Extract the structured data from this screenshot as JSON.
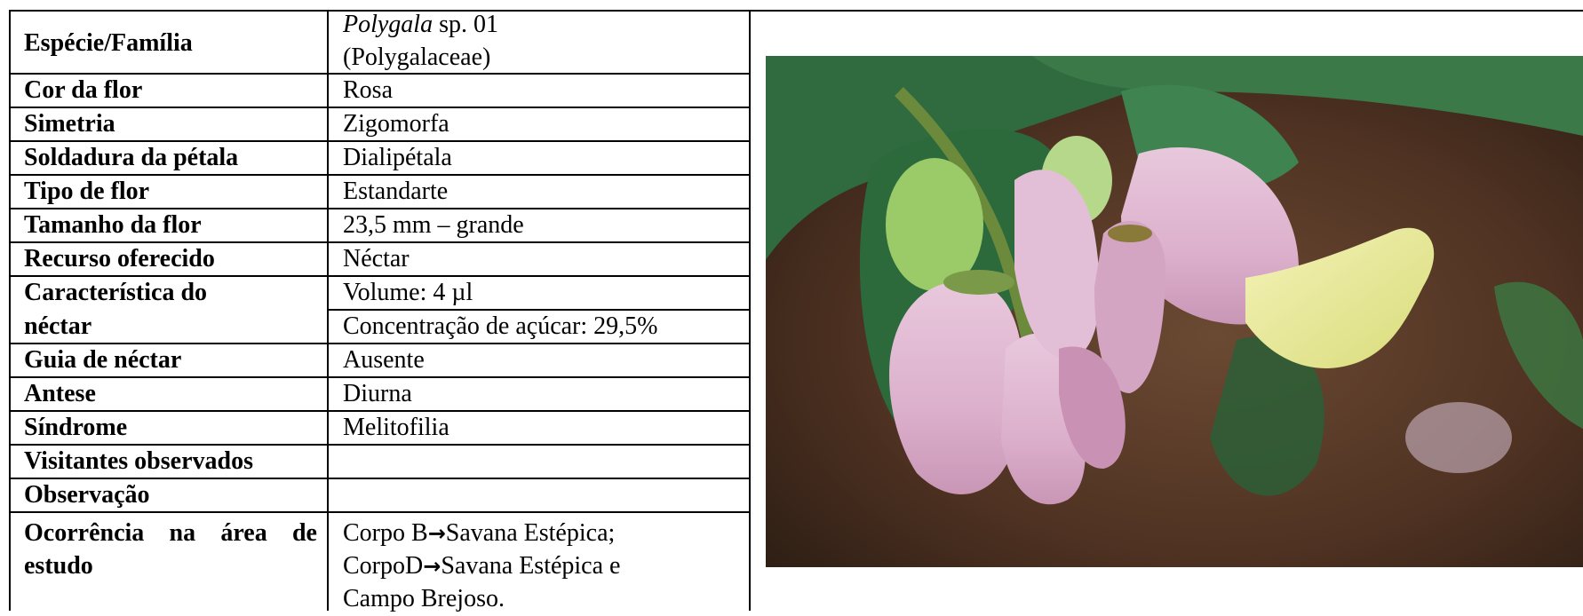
{
  "table": {
    "species_family": {
      "label": "Espécie/Família",
      "genus": "Polygala",
      "species_suffix": " sp. 01",
      "family": "(Polygalaceae)"
    },
    "rows": [
      {
        "label": "Cor da flor",
        "value": "Rosa"
      },
      {
        "label": "Simetria",
        "value": "Zigomorfa"
      },
      {
        "label": "Soldadura da pétala",
        "value": "Dialipétala"
      },
      {
        "label": "Tipo de flor",
        "value": "Estandarte"
      },
      {
        "label": "Tamanho da flor",
        "value": "23,5 mm – grande"
      },
      {
        "label": "Recurso oferecido",
        "value": "Néctar"
      }
    ],
    "nectar": {
      "label_line1": "Característica do",
      "label_line2": "néctar",
      "volume": "Volume: 4 µl",
      "concentration": "Concentração de açúcar: 29,5%"
    },
    "rows2": [
      {
        "label": "Guia de néctar",
        "value": "Ausente"
      },
      {
        "label": "Antese",
        "value": "Diurna"
      },
      {
        "label": "Síndrome",
        "value": "Melitofilia"
      },
      {
        "label": "Visitantes observados",
        "value": ""
      },
      {
        "label": "Observação",
        "value": ""
      }
    ],
    "occurrence": {
      "label_words": [
        "Ocorrência",
        "na",
        "área",
        "de"
      ],
      "label_line2": "estudo",
      "line1_a": "Corpo B",
      "line1_b": "Savana Estépica;",
      "line2_a": "CorpoD",
      "line2_b": "Savana Estépica e",
      "line3": "Campo Brejoso."
    },
    "arrow_glyph": "→"
  },
  "photo": {
    "subject": "pink-flower-photo"
  }
}
